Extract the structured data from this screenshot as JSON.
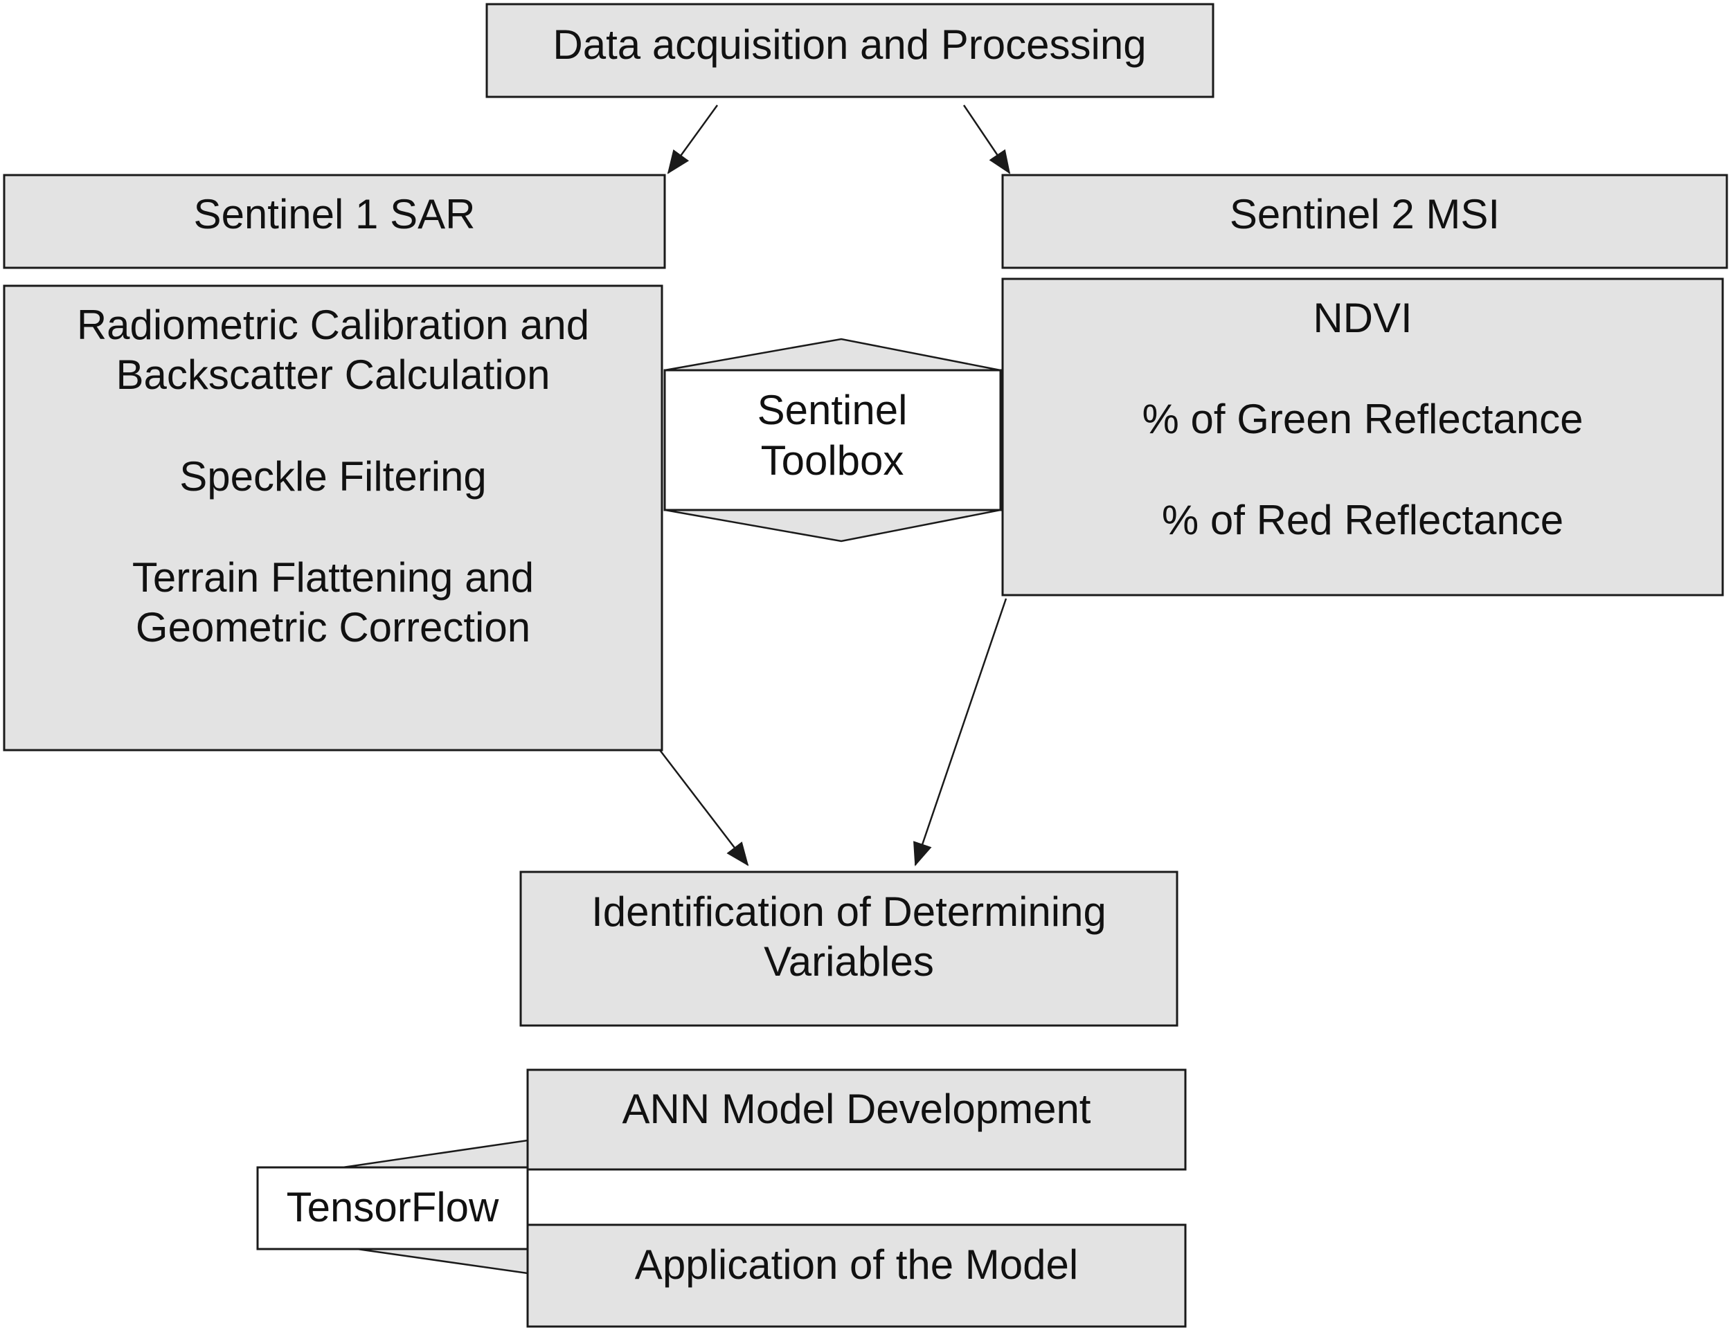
{
  "nodes": {
    "data_acquisition": "Data acquisition and Processing",
    "sentinel1": "Sentinel 1 SAR",
    "sentinel2": "Sentinel 2 MSI",
    "s1_steps": {
      "radiometric_line1": "Radiometric Calibration and",
      "radiometric_line2": "Backscatter Calculation",
      "speckle": "Speckle Filtering",
      "terrain_line1": "Terrain Flattening and",
      "terrain_line2": "Geometric Correction"
    },
    "s2_steps": {
      "ndvi": "NDVI",
      "green": "% of Green Reflectance",
      "red": "% of Red Reflectance"
    },
    "toolbox": {
      "line1": "Sentinel",
      "line2": "Toolbox"
    },
    "identification": {
      "line1": "Identification of Determining",
      "line2": "Variables"
    },
    "ann": "ANN Model Development",
    "application": "Application of the Model",
    "tensorflow": "TensorFlow"
  },
  "edges": [
    {
      "from": "Data acquisition and Processing",
      "to": "Sentinel 1 SAR"
    },
    {
      "from": "Data acquisition and Processing",
      "to": "Sentinel 2 MSI"
    },
    {
      "from": "Sentinel 1 SAR processing",
      "to": "Identification of Determining Variables"
    },
    {
      "from": "Sentinel 2 MSI processing",
      "to": "Identification of Determining Variables"
    }
  ],
  "colors": {
    "box_fill": "#e3e3e3",
    "stroke": "#1a1a1a",
    "text": "#111111"
  }
}
